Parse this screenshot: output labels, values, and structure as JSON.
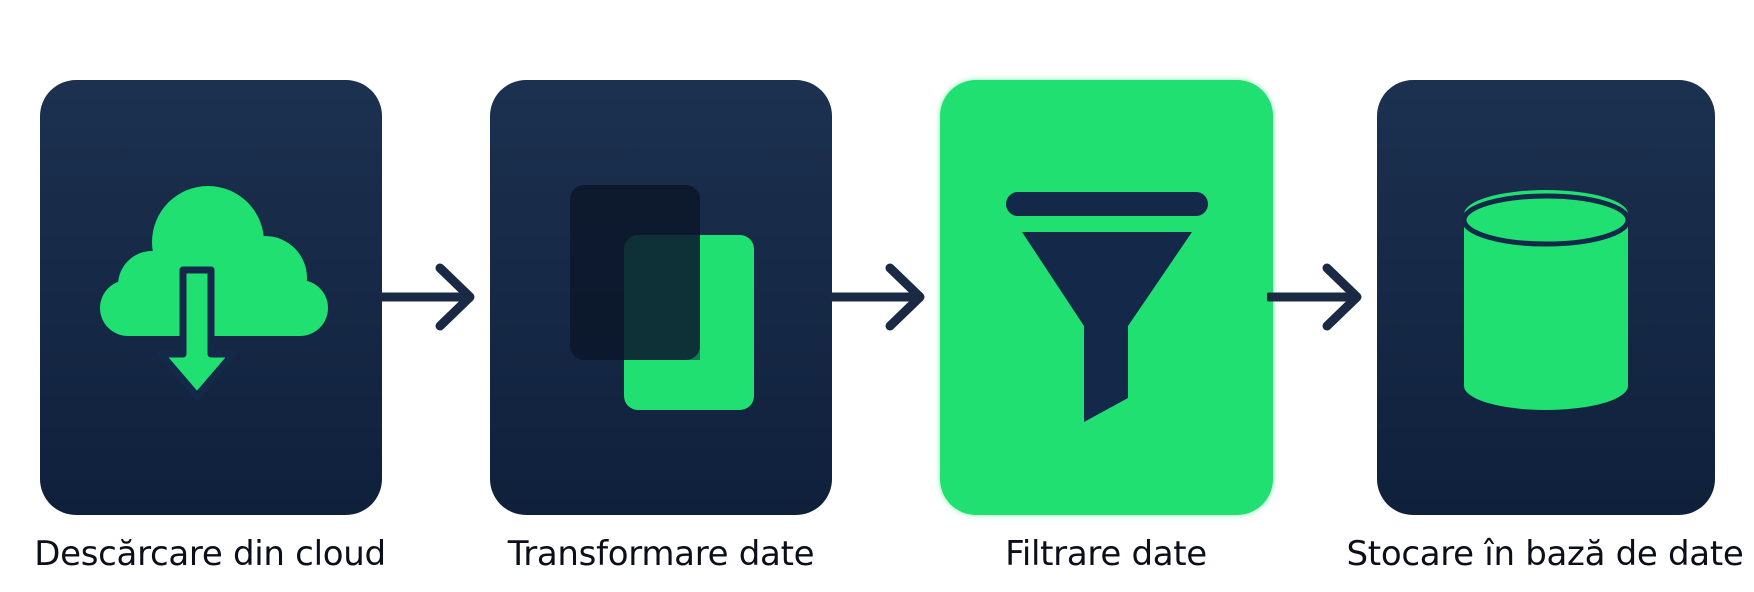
{
  "colors": {
    "card_dark": "#14294a",
    "card_active": "#1fe071",
    "accent": "#1fe071",
    "arrow": "#1a2a44",
    "label_text": "#0b0f19"
  },
  "steps": [
    {
      "label": "Descărcare din cloud",
      "icon": "cloud-download-icon",
      "active": false
    },
    {
      "label": "Transformare date",
      "icon": "transform-documents-icon",
      "active": false
    },
    {
      "label": "Filtrare date",
      "icon": "funnel-filter-icon",
      "active": true
    },
    {
      "label": "Stocare în bază de date",
      "icon": "database-cylinder-icon",
      "active": false
    }
  ],
  "connectors": [
    {
      "icon": "arrow-right-icon"
    },
    {
      "icon": "arrow-right-icon"
    },
    {
      "icon": "arrow-right-icon"
    }
  ]
}
